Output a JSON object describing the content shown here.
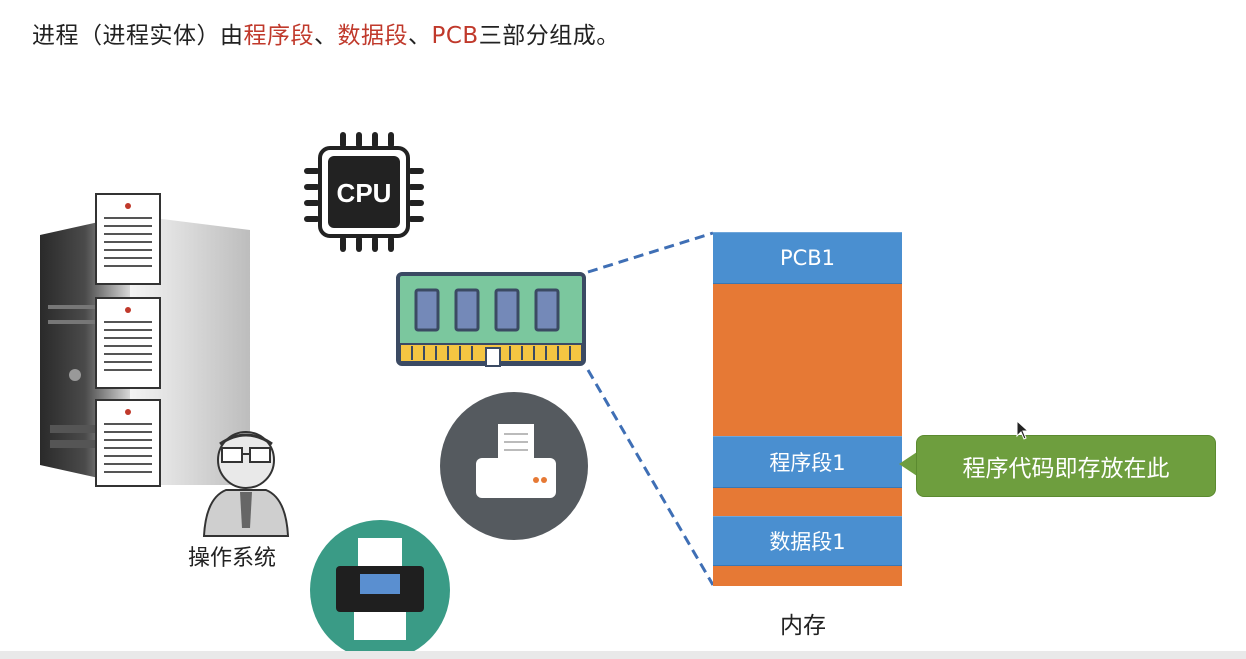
{
  "headline": {
    "part1": "进程（进程实体）由",
    "code_seg": "程序段",
    "sep1": "、",
    "data_seg": "数据段",
    "sep2": "、",
    "pcb": "PCB",
    "part2": "三部分组成。"
  },
  "cpu": {
    "label": "CPU",
    "icon": "cpu-chip-icon"
  },
  "os_label": "操作系统",
  "memory": {
    "label": "内存",
    "segments": [
      {
        "label": "PCB1",
        "kind": "pcb"
      },
      {
        "label": "",
        "kind": "free"
      },
      {
        "label": "程序段1",
        "kind": "code"
      },
      {
        "label": "",
        "kind": "free"
      },
      {
        "label": "数据段1",
        "kind": "data"
      },
      {
        "label": "",
        "kind": "free"
      }
    ]
  },
  "callout": {
    "text": "程序代码即存放在此"
  },
  "colors": {
    "highlight": "#c0392b",
    "segment_blue": "#4a8fd0",
    "segment_orange": "#e67935",
    "callout_green": "#6e9e3e",
    "dashed_line": "#3f6fb5"
  },
  "icons": [
    "server-tower-icon",
    "document-icon",
    "person-icon",
    "cpu-chip-icon",
    "ram-module-icon",
    "printer-icon",
    "scanner-icon",
    "mouse-cursor-icon"
  ]
}
